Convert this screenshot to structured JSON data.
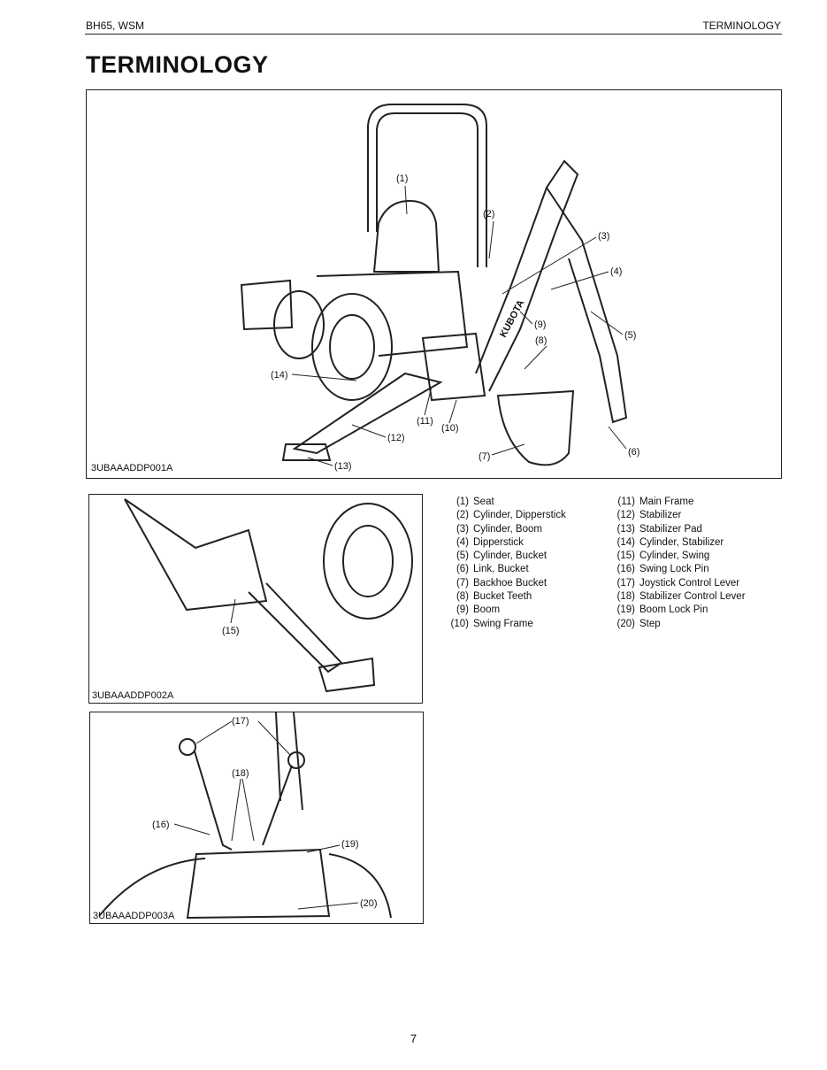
{
  "header": {
    "left": "BH65, WSM",
    "right": "TERMINOLOGY"
  },
  "title": "TERMINOLOGY",
  "figures": {
    "fig1": {
      "code": "3UBAAADDP001A",
      "callouts": [
        "(1)",
        "(2)",
        "(3)",
        "(4)",
        "(5)",
        "(6)",
        "(7)",
        "(8)",
        "(9)",
        "(10)",
        "(11)",
        "(12)",
        "(13)",
        "(14)"
      ]
    },
    "fig2": {
      "code": "3UBAAADDP002A",
      "callouts": [
        "(15)"
      ]
    },
    "fig3": {
      "code": "3UBAAADDP003A",
      "callouts": [
        "(17)",
        "(18)",
        "(16)",
        "(19)",
        "(20)"
      ]
    }
  },
  "legend": {
    "left": [
      {
        "num": "(1)",
        "label": "Seat"
      },
      {
        "num": "(2)",
        "label": "Cylinder, Dipperstick"
      },
      {
        "num": "(3)",
        "label": "Cylinder, Boom"
      },
      {
        "num": "(4)",
        "label": "Dipperstick"
      },
      {
        "num": "(5)",
        "label": "Cylinder, Bucket"
      },
      {
        "num": "(6)",
        "label": "Link, Bucket"
      },
      {
        "num": "(7)",
        "label": "Backhoe Bucket"
      },
      {
        "num": "(8)",
        "label": "Bucket Teeth"
      },
      {
        "num": "(9)",
        "label": "Boom"
      },
      {
        "num": "(10)",
        "label": "Swing Frame"
      }
    ],
    "right": [
      {
        "num": "(11)",
        "label": "Main Frame"
      },
      {
        "num": "(12)",
        "label": "Stabilizer"
      },
      {
        "num": "(13)",
        "label": "Stabilizer Pad"
      },
      {
        "num": "(14)",
        "label": "Cylinder, Stabilizer"
      },
      {
        "num": "(15)",
        "label": "Cylinder, Swing"
      },
      {
        "num": "(16)",
        "label": "Swing Lock Pin"
      },
      {
        "num": "(17)",
        "label": "Joystick Control Lever"
      },
      {
        "num": "(18)",
        "label": "Stabilizer Control Lever"
      },
      {
        "num": "(19)",
        "label": "Boom Lock Pin"
      },
      {
        "num": "(20)",
        "label": "Step"
      }
    ]
  },
  "page_number": "7",
  "brand_mark": "KUBOTA"
}
